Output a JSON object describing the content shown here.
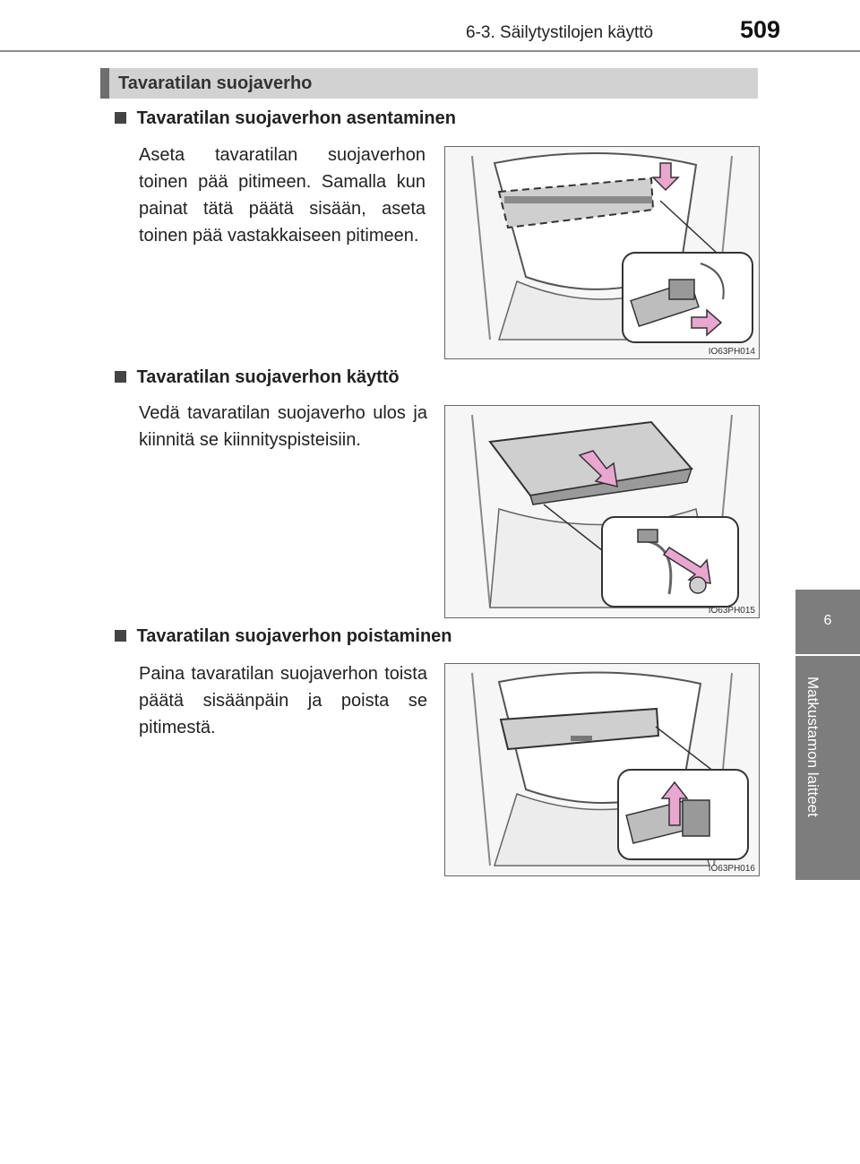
{
  "header": {
    "running_head": "6-3. Säilytystilojen käyttö",
    "page_number": "509"
  },
  "side_tab": {
    "number": "6",
    "title": "Matkustamon laitteet"
  },
  "section": {
    "title": "Tavaratilan suojaverho"
  },
  "subsections": [
    {
      "heading": "Tavaratilan suojaverhon asentaminen",
      "body": "Aseta tavaratilan suojaverhon toinen pää pitimeen. Samalla kun painat tätä päätä sisään, aseta toinen pää vastakkaiseen pitimeen.",
      "figure_code": "IO63PH014"
    },
    {
      "heading": "Tavaratilan suojaverhon käyttö",
      "body": "Vedä tavaratilan suojaverho ulos ja kiinnitä se kiinnityspisteisiin.",
      "figure_code": "IO63PH015"
    },
    {
      "heading": "Tavaratilan suojaverhon poistaminen",
      "body": "Paina tavaratilan suojaverhon toista päätä sisäänpäin ja poista se pitimestä.",
      "figure_code": "IO63PH016"
    }
  ],
  "colors": {
    "tab_gray": "#7d7d7d",
    "section_bar": "#d2d2d2",
    "arrow_pink": "#e9a6cf"
  }
}
